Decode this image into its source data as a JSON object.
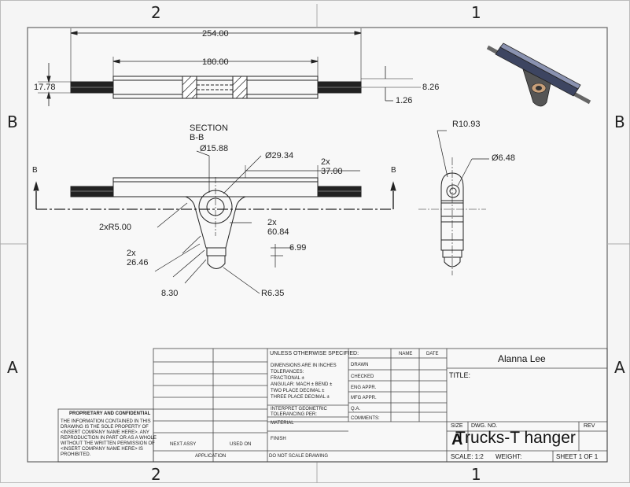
{
  "zones": {
    "top_left": "2",
    "top_right": "1",
    "bottom_left": "2",
    "bottom_right": "1",
    "left_top": "B",
    "left_bottom": "A",
    "right_top": "B",
    "right_bottom": "A"
  },
  "views": {
    "section_label": "SECTION B-B",
    "section_marker": "B"
  },
  "dimensions": {
    "overall_length": "254.00",
    "body_length": "180.00",
    "left_height": "17.78",
    "right_dim_1": "8.26",
    "right_dim_2": "1.26",
    "hole_dia": "Ø15.88",
    "boss_dia": "Ø29.34",
    "offset_37": "2x 37.00",
    "offset_60": "2x 60.84",
    "fillet_r5": "2xR5.00",
    "angle_2646": "2x 26.46",
    "tab_699": "6.99",
    "tab_830": "8.30",
    "tip_r635": "R6.35",
    "side_r1093": "R10.93",
    "side_hole": "Ø6.48"
  },
  "title_block": {
    "unless": "UNLESS OTHERWISE SPECIFIED:",
    "dims_text": [
      "DIMENSIONS ARE IN INCHES",
      "TOLERANCES:",
      "FRACTIONAL ±",
      "ANGULAR: MACH ±   BEND ±",
      "TWO PLACE DECIMAL   ±",
      "THREE PLACE DECIMAL  ±"
    ],
    "interpret": [
      "INTERPRET GEOMETRIC",
      "TOLERANCING PER:"
    ],
    "material": "MATERIAL",
    "finish": "FINISH",
    "name_hdr": "NAME",
    "date_hdr": "DATE",
    "rows": [
      "DRAWN",
      "CHECKED",
      "ENG APPR.",
      "MFG APPR.",
      "Q.A.",
      "COMMENTS:"
    ],
    "next_assy": "NEXT ASSY",
    "used_on": "USED ON",
    "application": "APPLICATION",
    "do_not_scale": "DO NOT SCALE DRAWING",
    "proprietary_title": "PROPRIETARY AND CONFIDENTIAL",
    "proprietary_text": [
      "THE INFORMATION CONTAINED IN THIS",
      "DRAWING IS THE SOLE PROPERTY OF",
      "<INSERT COMPANY NAME HERE>. ANY",
      "REPRODUCTION IN PART OR AS A WHOLE",
      "WITHOUT THE WRITTEN PERMISSION OF",
      "<INSERT COMPANY NAME HERE> IS",
      "PROHIBITED."
    ],
    "author": "Alanna Lee",
    "title_label": "TITLE:",
    "size_label": "SIZE",
    "size_value": "A",
    "dwg_label": "DWG.  NO.",
    "rev_label": "REV",
    "drawing_name": "Trucks-T hanger",
    "scale": "SCALE: 1:2",
    "weight": "WEIGHT:",
    "sheet": "SHEET 1 OF 1"
  }
}
